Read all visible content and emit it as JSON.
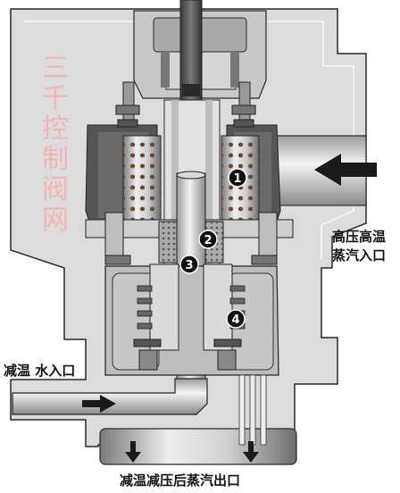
{
  "labels": {
    "steam_inlet_line1": "高压高温",
    "steam_inlet_line2": "蒸汽入口",
    "water_inlet": "减温 水入口",
    "outlet": "减温减压后蒸汽出口"
  },
  "markers": [
    "1",
    "2",
    "3",
    "4"
  ],
  "watermark": [
    "三",
    "千",
    "控",
    "制",
    "阀",
    "网"
  ],
  "colors": {
    "body_light": "#dcdcdc",
    "body_mid": "#bdbdbd",
    "dark_part": "#555555",
    "outline": "#2a2a2a",
    "arrow": "#1a1a1a",
    "watermark": "#f0b4b4"
  }
}
